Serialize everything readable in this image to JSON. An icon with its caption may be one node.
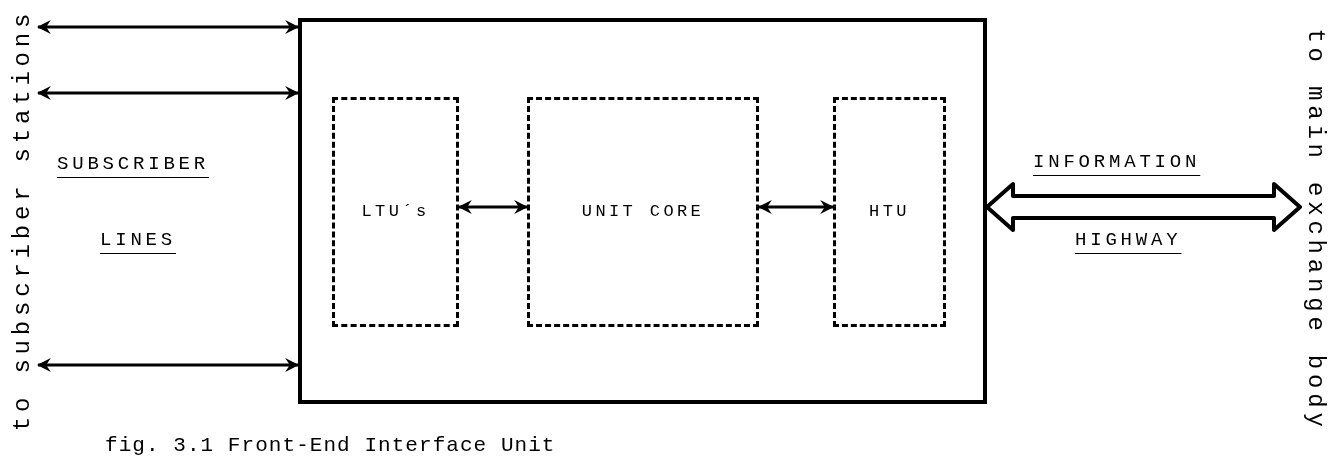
{
  "diagram": {
    "caption": "fig. 3.1 Front-End Interface Unit",
    "nodes": [
      {
        "text": [],
        "shape": "box"
      },
      {
        "text": [
          "LTU´s"
        ],
        "in": 0
      },
      {
        "text": [
          "UNIT CORE"
        ],
        "in": 0
      },
      {
        "text": [
          "HTU"
        ],
        "in": 0
      },
      {
        "text": [
          "to subscriber stations"
        ]
      },
      {
        "text": [
          "to main exchange body"
        ]
      }
    ],
    "edges": [
      {
        "from": 4,
        "to": 0,
        "arrow": "both"
      },
      {
        "from": 4,
        "to": 0,
        "arrow": "both"
      },
      {
        "from": 4,
        "to": 0,
        "arrow": "both"
      },
      {
        "from": 1,
        "to": 2,
        "arrow": "both"
      },
      {
        "from": 2,
        "to": 3,
        "arrow": "both"
      },
      {
        "from": 0,
        "to": 5,
        "arrow": "both",
        "style": "thick"
      }
    ],
    "labels": [
      "SUBSCRIBER",
      "LINES",
      "INFORMATION",
      "HIGHWAY"
    ]
  }
}
